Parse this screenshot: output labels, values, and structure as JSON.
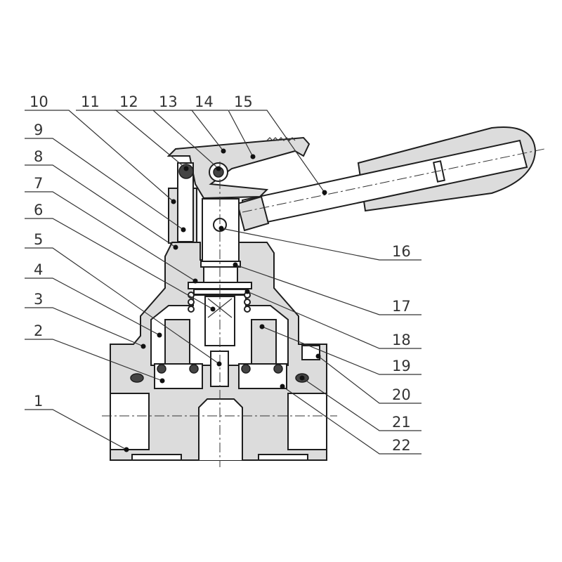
{
  "diagram": {
    "type": "valve-cross-section",
    "part_numbers": [
      "1",
      "2",
      "3",
      "4",
      "5",
      "6",
      "7",
      "8",
      "9",
      "10",
      "11",
      "12",
      "13",
      "14",
      "15",
      "16",
      "17",
      "18",
      "19",
      "20",
      "21",
      "22"
    ]
  }
}
